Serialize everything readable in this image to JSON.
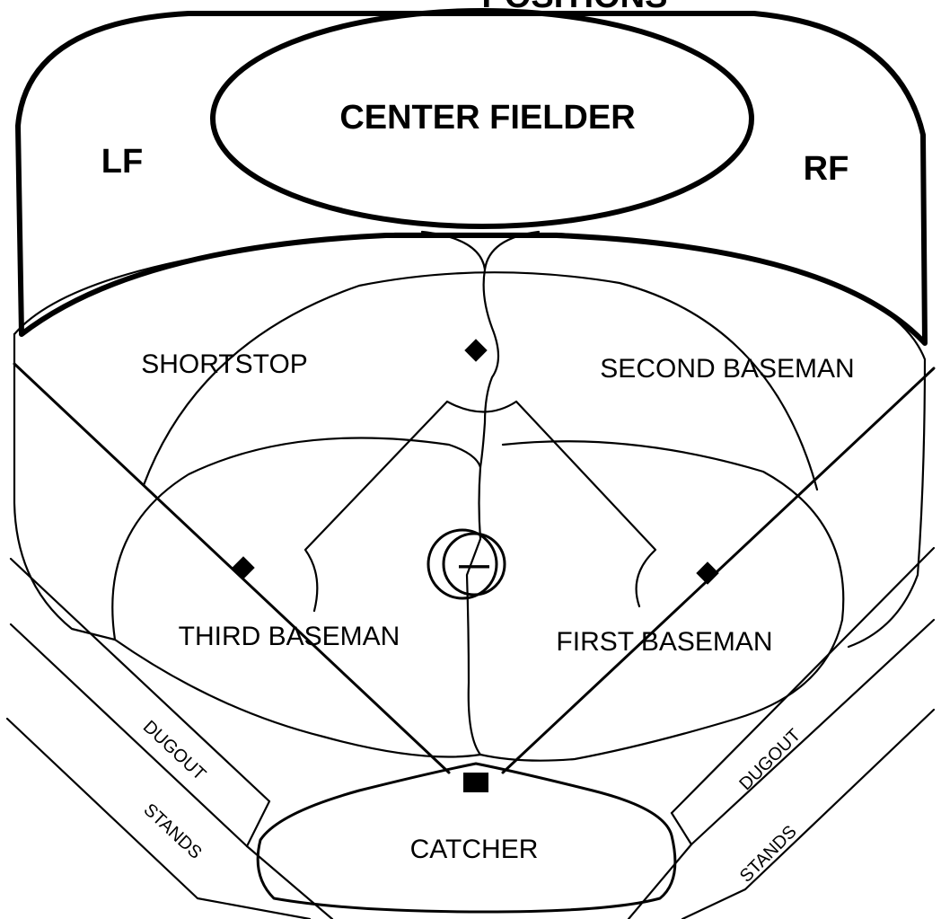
{
  "header": {
    "title_fragment": "POSITIONS"
  },
  "outfield": {
    "center_fielder": "CENTER FIELDER",
    "left_fielder": "LF",
    "right_fielder": "RF"
  },
  "infield": {
    "shortstop": "SHORTSTOP",
    "second_baseman": "SECOND BASEMAN",
    "third_baseman": "THIRD BASEMAN",
    "first_baseman": "FIRST BASEMAN",
    "catcher": "CATCHER"
  },
  "sidelines": {
    "dugout_left": "DUGOUT",
    "dugout_right": "DUGOUT",
    "stands_left": "STANDS",
    "stands_right": "STANDS"
  },
  "pitcher_mark": "—",
  "colors": {
    "ink": "#000000",
    "paper": "#ffffff"
  }
}
